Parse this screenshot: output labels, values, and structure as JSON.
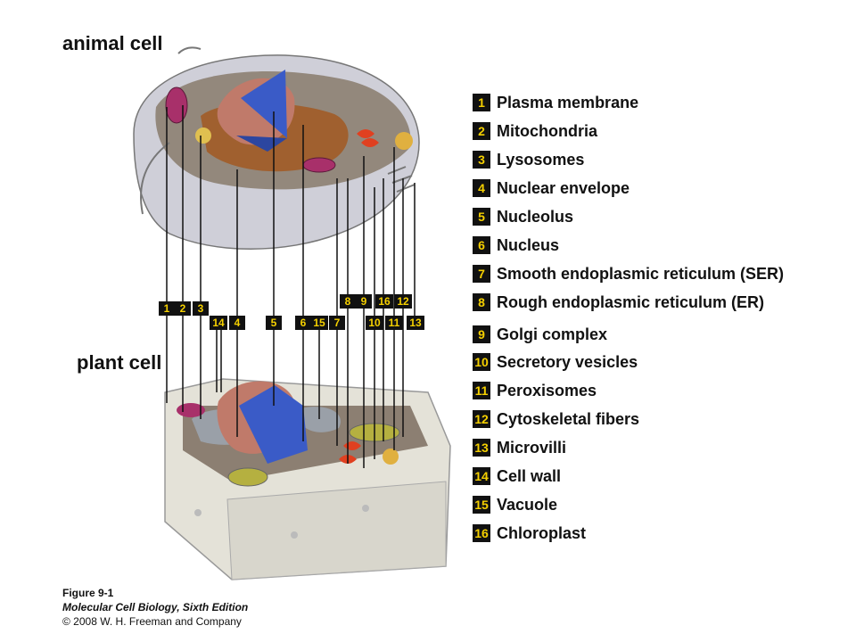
{
  "titles": {
    "animal": "animal cell",
    "plant": "plant cell"
  },
  "legend": [
    {
      "num": "1",
      "label": "Plasma membrane"
    },
    {
      "num": "2",
      "label": "Mitochondria"
    },
    {
      "num": "3",
      "label": "Lysosomes"
    },
    {
      "num": "4",
      "label": "Nuclear envelope"
    },
    {
      "num": "5",
      "label": "Nucleolus"
    },
    {
      "num": "6",
      "label": "Nucleus"
    },
    {
      "num": "7",
      "label": "Smooth endoplasmic reticulum (SER)"
    },
    {
      "num": "8",
      "label": "Rough endoplasmic reticulum (ER)"
    },
    {
      "num": "9",
      "label": "Golgi complex"
    },
    {
      "num": "10",
      "label": "Secretory vesicles"
    },
    {
      "num": "11",
      "label": "Peroxisomes"
    },
    {
      "num": "12",
      "label": "Cytoskeletal fibers"
    },
    {
      "num": "13",
      "label": "Microvilli"
    },
    {
      "num": "14",
      "label": "Cell wall"
    },
    {
      "num": "15",
      "label": "Vacuole"
    },
    {
      "num": "16",
      "label": "Chloroplast"
    }
  ],
  "tags": {
    "t1": "1",
    "t2": "2",
    "t3": "3",
    "t4": "4",
    "t5": "5",
    "t6": "6",
    "t7": "7",
    "t8": "8",
    "t9": "9",
    "t10": "10",
    "t11": "11",
    "t12": "12",
    "t13": "13",
    "t14": "14",
    "t15": "15",
    "t16": "16"
  },
  "caption": {
    "figure": "Figure 9-1",
    "book": "Molecular Cell Biology, Sixth Edition",
    "copyright": "© 2008 W. H. Freeman and Company"
  },
  "colors": {
    "tag_bg": "#111111",
    "tag_text": "#f5d000",
    "nucleus": "#3a5bc7",
    "membrane": "#c9c9d2"
  }
}
